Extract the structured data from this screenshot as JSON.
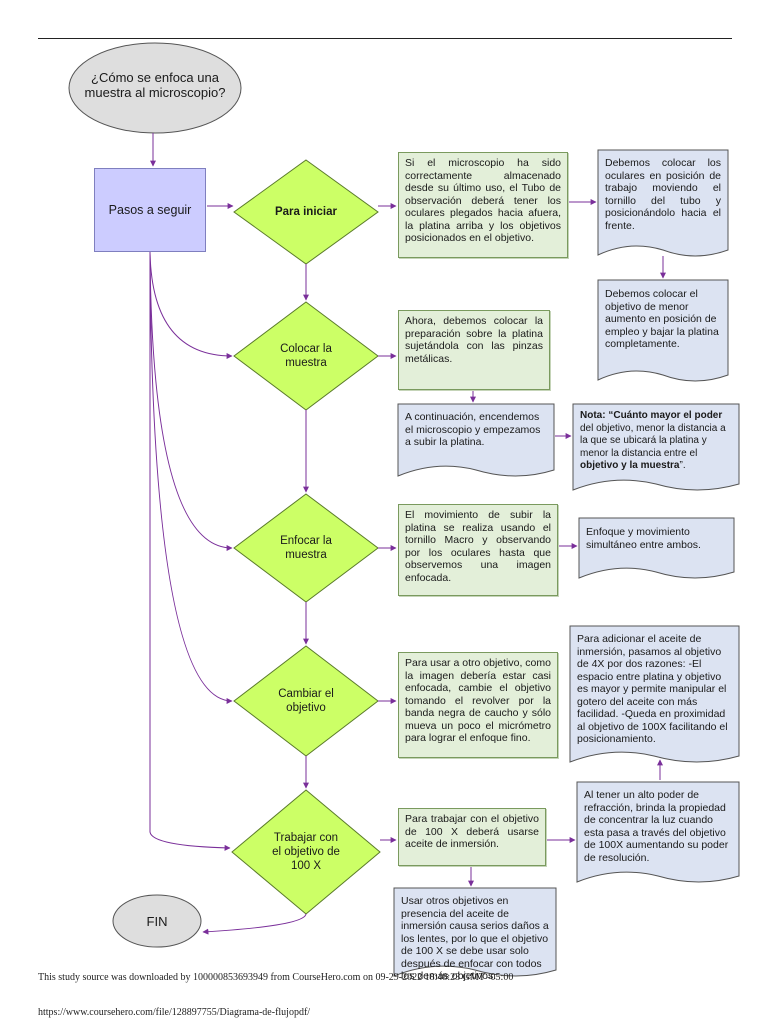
{
  "start": {
    "text": "¿Cómo se enfoca una muestra al microscopio?"
  },
  "steps": {
    "text": "Pasos a seguir"
  },
  "fin": {
    "text": "FIN"
  },
  "diamonds": [
    {
      "text": "Para iniciar"
    },
    {
      "text": "Colocar la muestra"
    },
    {
      "text": "Enfocar la muestra"
    },
    {
      "text": "Cambiar el objetivo"
    },
    {
      "text": "Trabajar con el objetivo de 100 X"
    }
  ],
  "green": [
    {
      "text": "Si el microscopio ha sido correctamente almacenado desde su último uso, el Tubo de observación deberá tener los oculares plegados hacia afuera, la platina arriba y los objetivos posicionados en el objetivo."
    },
    {
      "text": "Ahora, debemos colocar la preparación sobre la platina sujetándola con las pinzas metálicas."
    },
    {
      "text": "El movimiento de subir la platina se realiza usando el tornillo Macro y observando por los oculares hasta que observemos una imagen enfocada."
    },
    {
      "text": "Para usar a otro objetivo, como la imagen debería estar casi enfocada, cambie el objetivo tomando el revolver por la banda negra de caucho y sólo mueva un poco el micrómetro para lograr el enfoque fino."
    },
    {
      "text": "Para trabajar con el objetivo de 100 X deberá usarse aceite de inmersión."
    }
  ],
  "blue": {
    "b1": "Debemos colocar los oculares en posición de trabajo moviendo el tornillo del tubo y posicionándolo hacia el frente.",
    "b2": "Debemos colocar el objetivo de menor aumento en posición de empleo y bajar la platina completamente.",
    "b3": "A continuación, encendemos el microscopio y empezamos a subir la platina.",
    "note_label": "Nota:",
    "note_bold1": "“Cuánto mayor el poder",
    "note_mid": "del objetivo, menor la distancia a la que se ubicará la platina y menor la distancia entre el",
    "note_bold2": "objetivo y la muestra",
    "note_end": "”.",
    "b5": "Enfoque y movimiento simultáneo entre ambos.",
    "b6": "Para adicionar el aceite de inmersión, pasamos al objetivo de 4X por dos razones: -El espacio entre platina y objetivo es mayor y permite manipular el gotero del aceite con más facilidad. -Queda en proximidad al objetivo de 100X facilitando el posicionamiento.",
    "b7": "Al tener un alto poder de refracción, brinda la propiedad de concentrar la luz cuando esta pasa a través del objetivo de 100X aumentando su poder de resolución.",
    "b8": "Usar otros objetivos en presencia del aceite de inmersión causa serios daños a los lentes, por lo que el objetivo de 100 X se debe usar solo después de enfocar con todos los demás objetivos."
  },
  "footer": {
    "line1": "This study source was downloaded by 100000853693949 from CourseHero.com on 09-29-2022 18:48:23 GMT -05:00",
    "line2": "https://www.coursehero.com/file/128897755/Diagrama-de-flujopdf/"
  },
  "colors": {
    "diamond": "#ccff66",
    "steps": "#ccccff",
    "green": "#e3efd9",
    "blue": "#dce3f2",
    "arrow": "#7a2f9a"
  }
}
